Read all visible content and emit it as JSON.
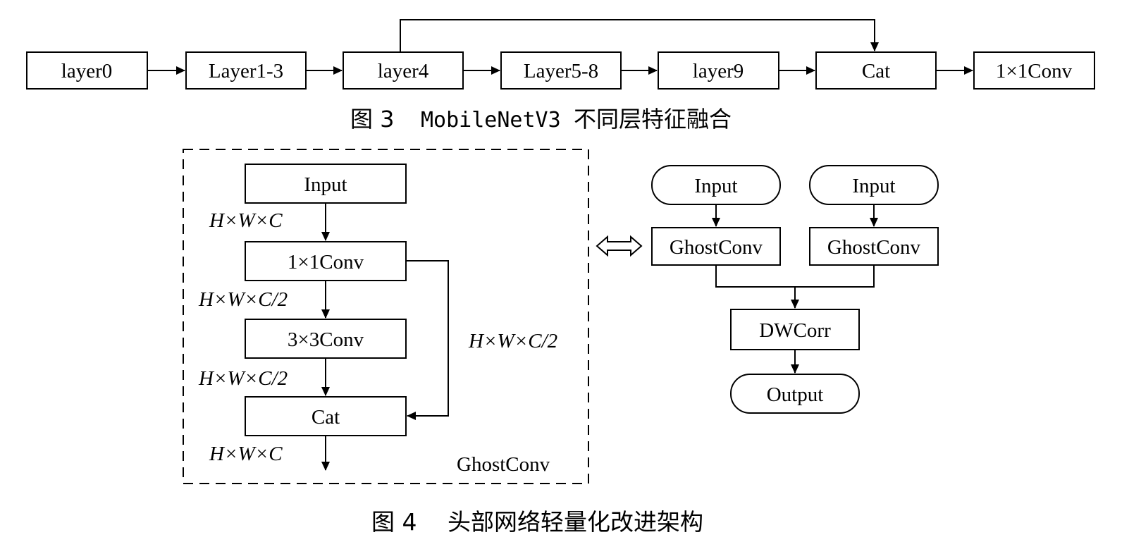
{
  "figure3": {
    "nodes": [
      "layer0",
      "Layer1-3",
      "layer4",
      "Layer5-8",
      "layer9",
      "Cat",
      "1×1Conv"
    ],
    "caption_number": "图 3",
    "caption_latin": "MobileNetV3",
    "caption_cjk": "不同层特征融合"
  },
  "figure4": {
    "ghostconv_module": {
      "input": "Input",
      "conv1": "1×1Conv",
      "conv3": "3×3Conv",
      "cat": "Cat",
      "dim_in": "H×W×C",
      "dim_half_1": "H×W×C/2",
      "dim_half_2": "H×W×C/2",
      "dim_out": "H×W×C",
      "dim_skip": "H×W×C/2",
      "module_label": "GhostConv"
    },
    "head": {
      "input_left": "Input",
      "input_right": "Input",
      "ghost_left": "GhostConv",
      "ghost_right": "GhostConv",
      "dwcorr": "DWCorr",
      "output": "Output"
    },
    "caption_number": "图 4",
    "caption_text": "头部网络轻量化改进架构"
  }
}
